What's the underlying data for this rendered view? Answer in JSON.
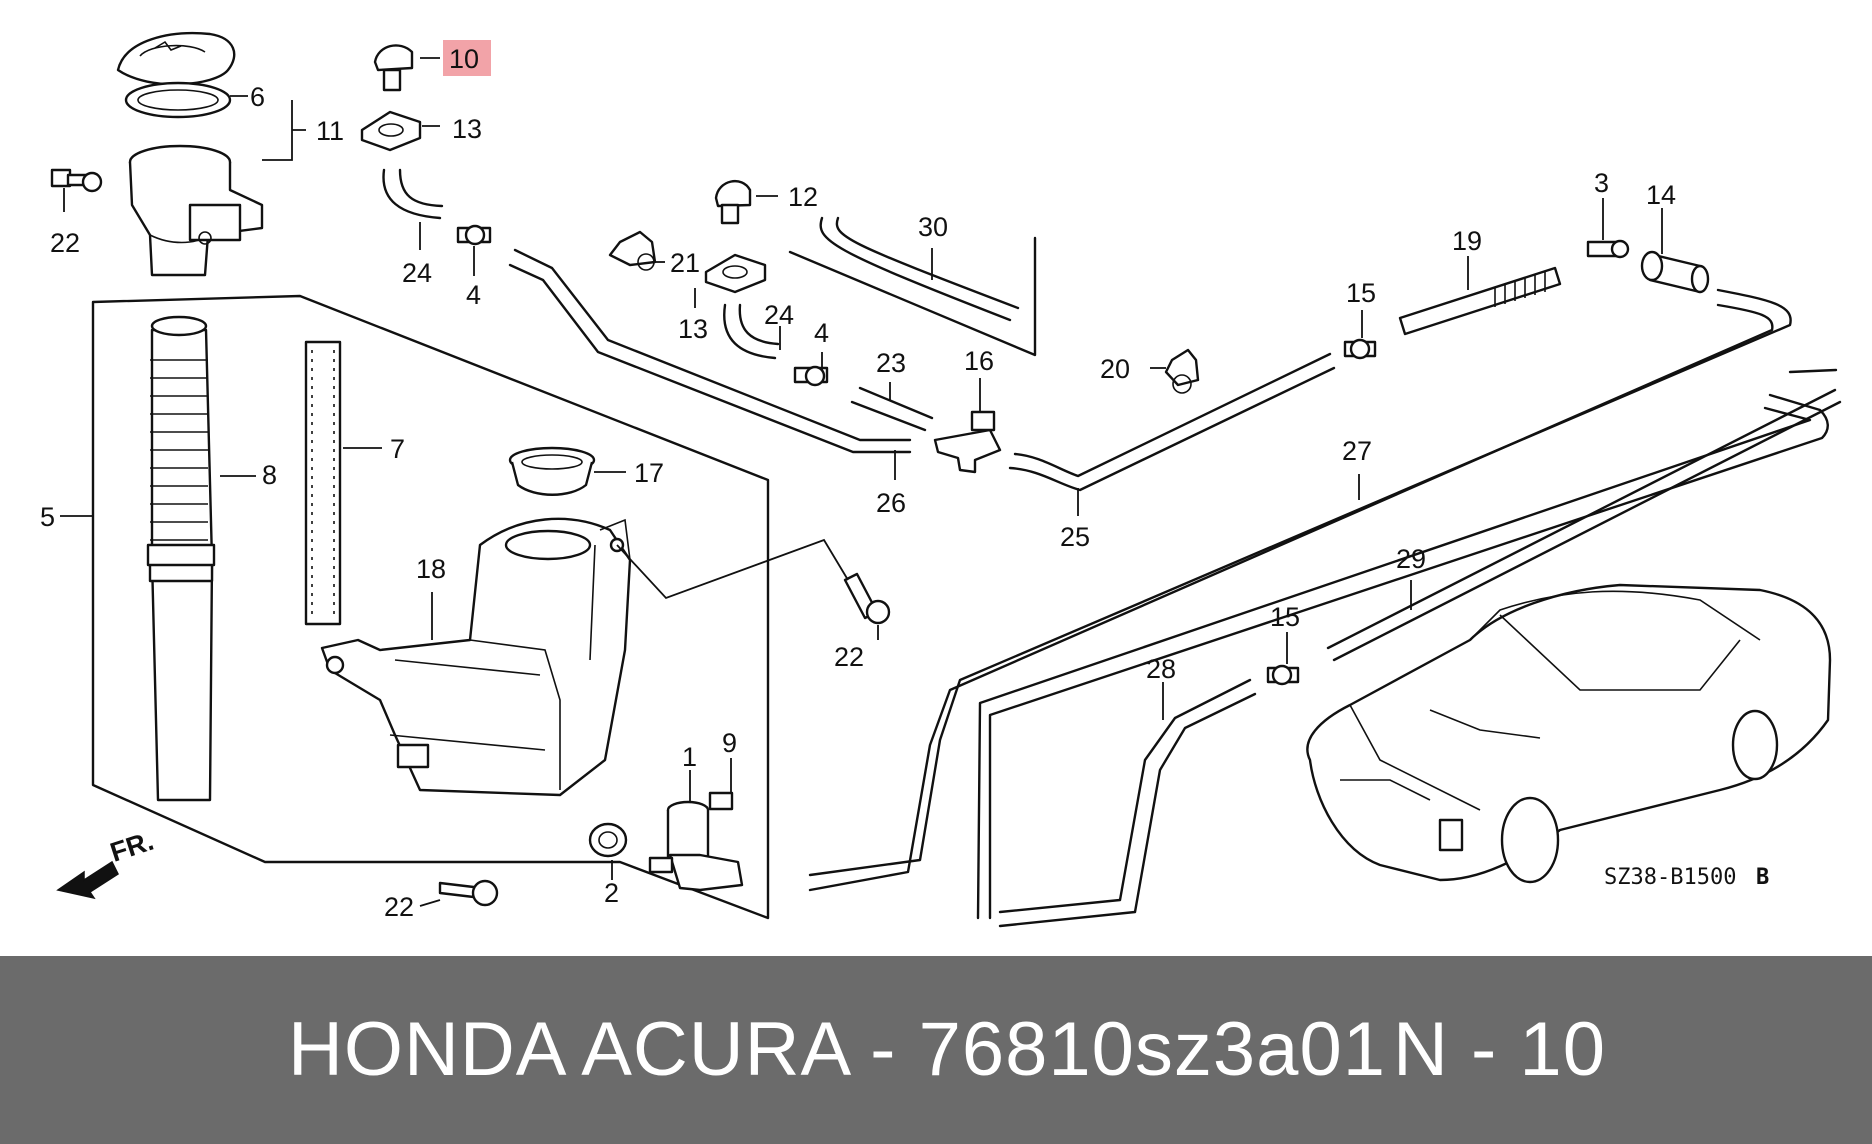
{
  "diagram": {
    "callouts": [
      {
        "id": "c10",
        "text": "10",
        "highlighted": true
      },
      {
        "id": "c6",
        "text": "6"
      },
      {
        "id": "c11",
        "text": "11"
      },
      {
        "id": "c13a",
        "text": "13"
      },
      {
        "id": "c22a",
        "text": "22"
      },
      {
        "id": "c24a",
        "text": "24"
      },
      {
        "id": "c4a",
        "text": "4"
      },
      {
        "id": "c12",
        "text": "12"
      },
      {
        "id": "c30",
        "text": "30"
      },
      {
        "id": "c21",
        "text": "21"
      },
      {
        "id": "c13b",
        "text": "13"
      },
      {
        "id": "c24b",
        "text": "24"
      },
      {
        "id": "c4b",
        "text": "4"
      },
      {
        "id": "c23",
        "text": "23"
      },
      {
        "id": "c16",
        "text": "16"
      },
      {
        "id": "c20",
        "text": "20"
      },
      {
        "id": "c15a",
        "text": "15"
      },
      {
        "id": "c19",
        "text": "19"
      },
      {
        "id": "c3",
        "text": "3"
      },
      {
        "id": "c14",
        "text": "14"
      },
      {
        "id": "c7",
        "text": "7"
      },
      {
        "id": "c8",
        "text": "8"
      },
      {
        "id": "c5",
        "text": "5"
      },
      {
        "id": "c17",
        "text": "17"
      },
      {
        "id": "c18",
        "text": "18"
      },
      {
        "id": "c26",
        "text": "26"
      },
      {
        "id": "c25",
        "text": "25"
      },
      {
        "id": "c27",
        "text": "27"
      },
      {
        "id": "c22b",
        "text": "22"
      },
      {
        "id": "c29",
        "text": "29"
      },
      {
        "id": "c15b",
        "text": "15"
      },
      {
        "id": "c28",
        "text": "28"
      },
      {
        "id": "c1",
        "text": "1"
      },
      {
        "id": "c9",
        "text": "9"
      },
      {
        "id": "c2",
        "text": "2"
      },
      {
        "id": "c22c",
        "text": "22"
      }
    ],
    "front_marker": "FR.",
    "drawing_code": "SZ38-B1500",
    "drawing_rev": "B",
    "highlight_color": "#f2a3a8"
  },
  "footer": {
    "part_text": "HONDA ACURA - 76810sz3a01",
    "ref_text": "N - 10",
    "background": "#6b6b6b",
    "text_color": "#ffffff"
  }
}
